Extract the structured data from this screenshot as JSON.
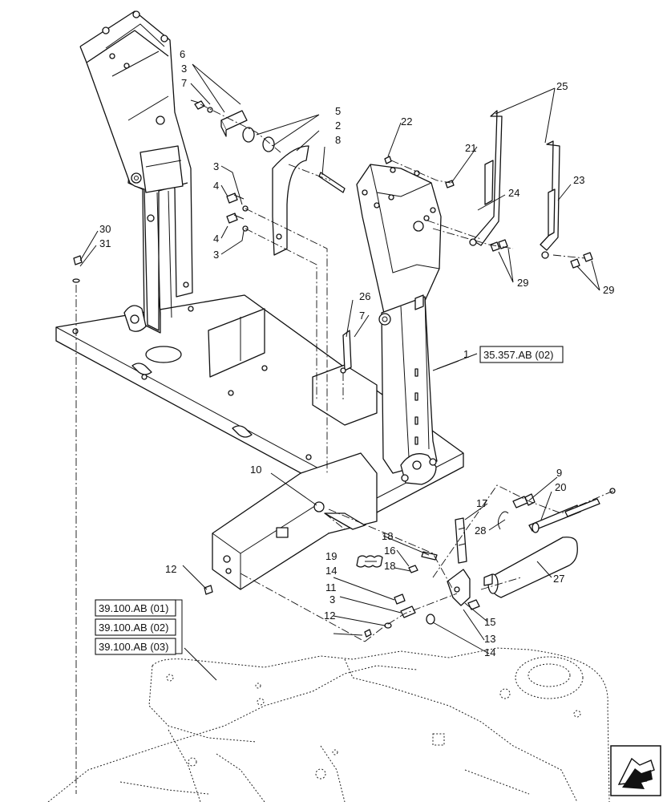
{
  "diagram": {
    "callouts": [
      "1",
      "2",
      "3",
      "4",
      "5",
      "6",
      "7",
      "8",
      "9",
      "10",
      "11",
      "12",
      "13",
      "14",
      "15",
      "16",
      "17",
      "18",
      "19",
      "20",
      "21",
      "22",
      "23",
      "24",
      "25",
      "26",
      "27",
      "28",
      "29",
      "30",
      "31"
    ],
    "references": [
      "35.357.AB (02)",
      "39.100.AB (01)",
      "39.100.AB (02)",
      "39.100.AB (03)"
    ],
    "nav_icon": "next-page-arrow-icon"
  }
}
